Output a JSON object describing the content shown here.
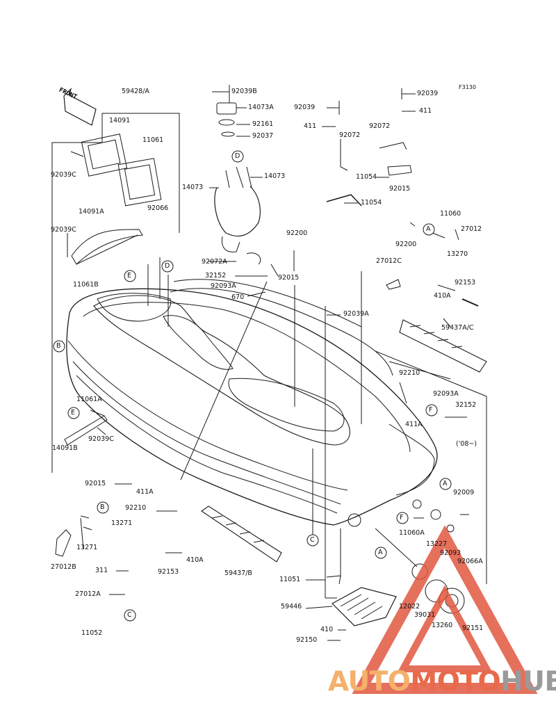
{
  "figure_code": "F3130",
  "front_label": "FRONT",
  "note_year": "('08~)",
  "callouts": [
    "A",
    "B",
    "C",
    "D",
    "E",
    "F"
  ],
  "parts": [
    {
      "id": "p1",
      "text": "59428/A"
    },
    {
      "id": "p2",
      "text": "14091"
    },
    {
      "id": "p3",
      "text": "11061"
    },
    {
      "id": "p4",
      "text": "92039C"
    },
    {
      "id": "p5",
      "text": "92066"
    },
    {
      "id": "p6",
      "text": "14091A"
    },
    {
      "id": "p7",
      "text": "92039C"
    },
    {
      "id": "p8",
      "text": "11061B"
    },
    {
      "id": "p9",
      "text": "92039B"
    },
    {
      "id": "p10",
      "text": "14073A"
    },
    {
      "id": "p11",
      "text": "92161"
    },
    {
      "id": "p12",
      "text": "92037"
    },
    {
      "id": "p13",
      "text": "14073"
    },
    {
      "id": "p14",
      "text": "14073"
    },
    {
      "id": "p15",
      "text": "92072A"
    },
    {
      "id": "p16",
      "text": "92200"
    },
    {
      "id": "p17",
      "text": "32152"
    },
    {
      "id": "p18",
      "text": "92015"
    },
    {
      "id": "p19",
      "text": "92093A"
    },
    {
      "id": "p20",
      "text": "670"
    },
    {
      "id": "p21",
      "text": "92039"
    },
    {
      "id": "p22",
      "text": "411"
    },
    {
      "id": "p23",
      "text": "92072"
    },
    {
      "id": "p24",
      "text": "11054"
    },
    {
      "id": "p25",
      "text": "92039"
    },
    {
      "id": "p26",
      "text": "411"
    },
    {
      "id": "p27",
      "text": "92072"
    },
    {
      "id": "p28",
      "text": "11054"
    },
    {
      "id": "p29",
      "text": "92015"
    },
    {
      "id": "p30",
      "text": "11060"
    },
    {
      "id": "p31",
      "text": "27012"
    },
    {
      "id": "p32",
      "text": "92200"
    },
    {
      "id": "p33",
      "text": "13270"
    },
    {
      "id": "p34",
      "text": "27012C"
    },
    {
      "id": "p35",
      "text": "92153"
    },
    {
      "id": "p36",
      "text": "410A"
    },
    {
      "id": "p37",
      "text": "92039A"
    },
    {
      "id": "p38",
      "text": "59437A/C"
    },
    {
      "id": "p39",
      "text": "92210"
    },
    {
      "id": "p40",
      "text": "92093A"
    },
    {
      "id": "p41",
      "text": "32152"
    },
    {
      "id": "p42",
      "text": "411A"
    },
    {
      "id": "p43",
      "text": "11061A"
    },
    {
      "id": "p44",
      "text": "92039C"
    },
    {
      "id": "p45",
      "text": "14091B"
    },
    {
      "id": "p46",
      "text": "92015"
    },
    {
      "id": "p47",
      "text": "411A"
    },
    {
      "id": "p48",
      "text": "92210"
    },
    {
      "id": "p49",
      "text": "13271"
    },
    {
      "id": "p50",
      "text": "13271"
    },
    {
      "id": "p51",
      "text": "27012B"
    },
    {
      "id": "p52",
      "text": "311"
    },
    {
      "id": "p53",
      "text": "27012A"
    },
    {
      "id": "p54",
      "text": "11052"
    },
    {
      "id": "p55",
      "text": "92153"
    },
    {
      "id": "p56",
      "text": "410A"
    },
    {
      "id": "p57",
      "text": "59437/B"
    },
    {
      "id": "p58",
      "text": "92009"
    },
    {
      "id": "p59",
      "text": "11060A"
    },
    {
      "id": "p60",
      "text": "13227"
    },
    {
      "id": "p61",
      "text": "92093"
    },
    {
      "id": "p62",
      "text": "92066A"
    },
    {
      "id": "p63",
      "text": "11051"
    },
    {
      "id": "p64",
      "text": "59446"
    },
    {
      "id": "p65",
      "text": "12022"
    },
    {
      "id": "p66",
      "text": "39031"
    },
    {
      "id": "p67",
      "text": "13260"
    },
    {
      "id": "p68",
      "text": "92151"
    },
    {
      "id": "p69",
      "text": "410"
    },
    {
      "id": "p70",
      "text": "92150"
    }
  ],
  "watermark": {
    "part1": "AUTO",
    "part2": "MOTO",
    "part3": "HUB"
  },
  "colors": {
    "line": "#1a1a1a",
    "watermark_red": "#e0573f",
    "watermark_orange": "#f5b06a",
    "watermark_gray": "#9a9a9a"
  }
}
